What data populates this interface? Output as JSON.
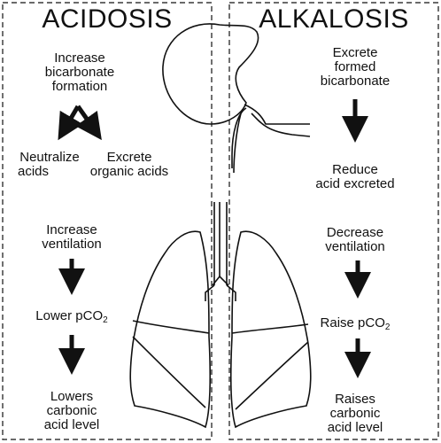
{
  "colors": {
    "stroke": "#111111",
    "background": "#ffffff"
  },
  "left_panel": {
    "title": "ACIDOSIS",
    "kidney_step": [
      "Increase",
      "bicarbonate",
      "formation"
    ],
    "branch_left": [
      "Neutralize",
      "acids"
    ],
    "branch_right": [
      "Excrete",
      "organic acids"
    ],
    "lung_step": [
      "Increase",
      "ventilation"
    ],
    "pco2_prefix": "Lower pCO",
    "pco2_sub": "2",
    "result": [
      "Lowers",
      "carbonic",
      "acid level"
    ]
  },
  "right_panel": {
    "title": "ALKALOSIS",
    "kidney_step": [
      "Excrete",
      "formed",
      "bicarbonate"
    ],
    "kidney_result": [
      "Reduce",
      "acid excreted"
    ],
    "lung_step": [
      "Decrease",
      "ventilation"
    ],
    "pco2_prefix": "Raise  pCO",
    "pco2_sub": "2",
    "result": [
      "Raises",
      "carbonic",
      "acid level"
    ]
  }
}
